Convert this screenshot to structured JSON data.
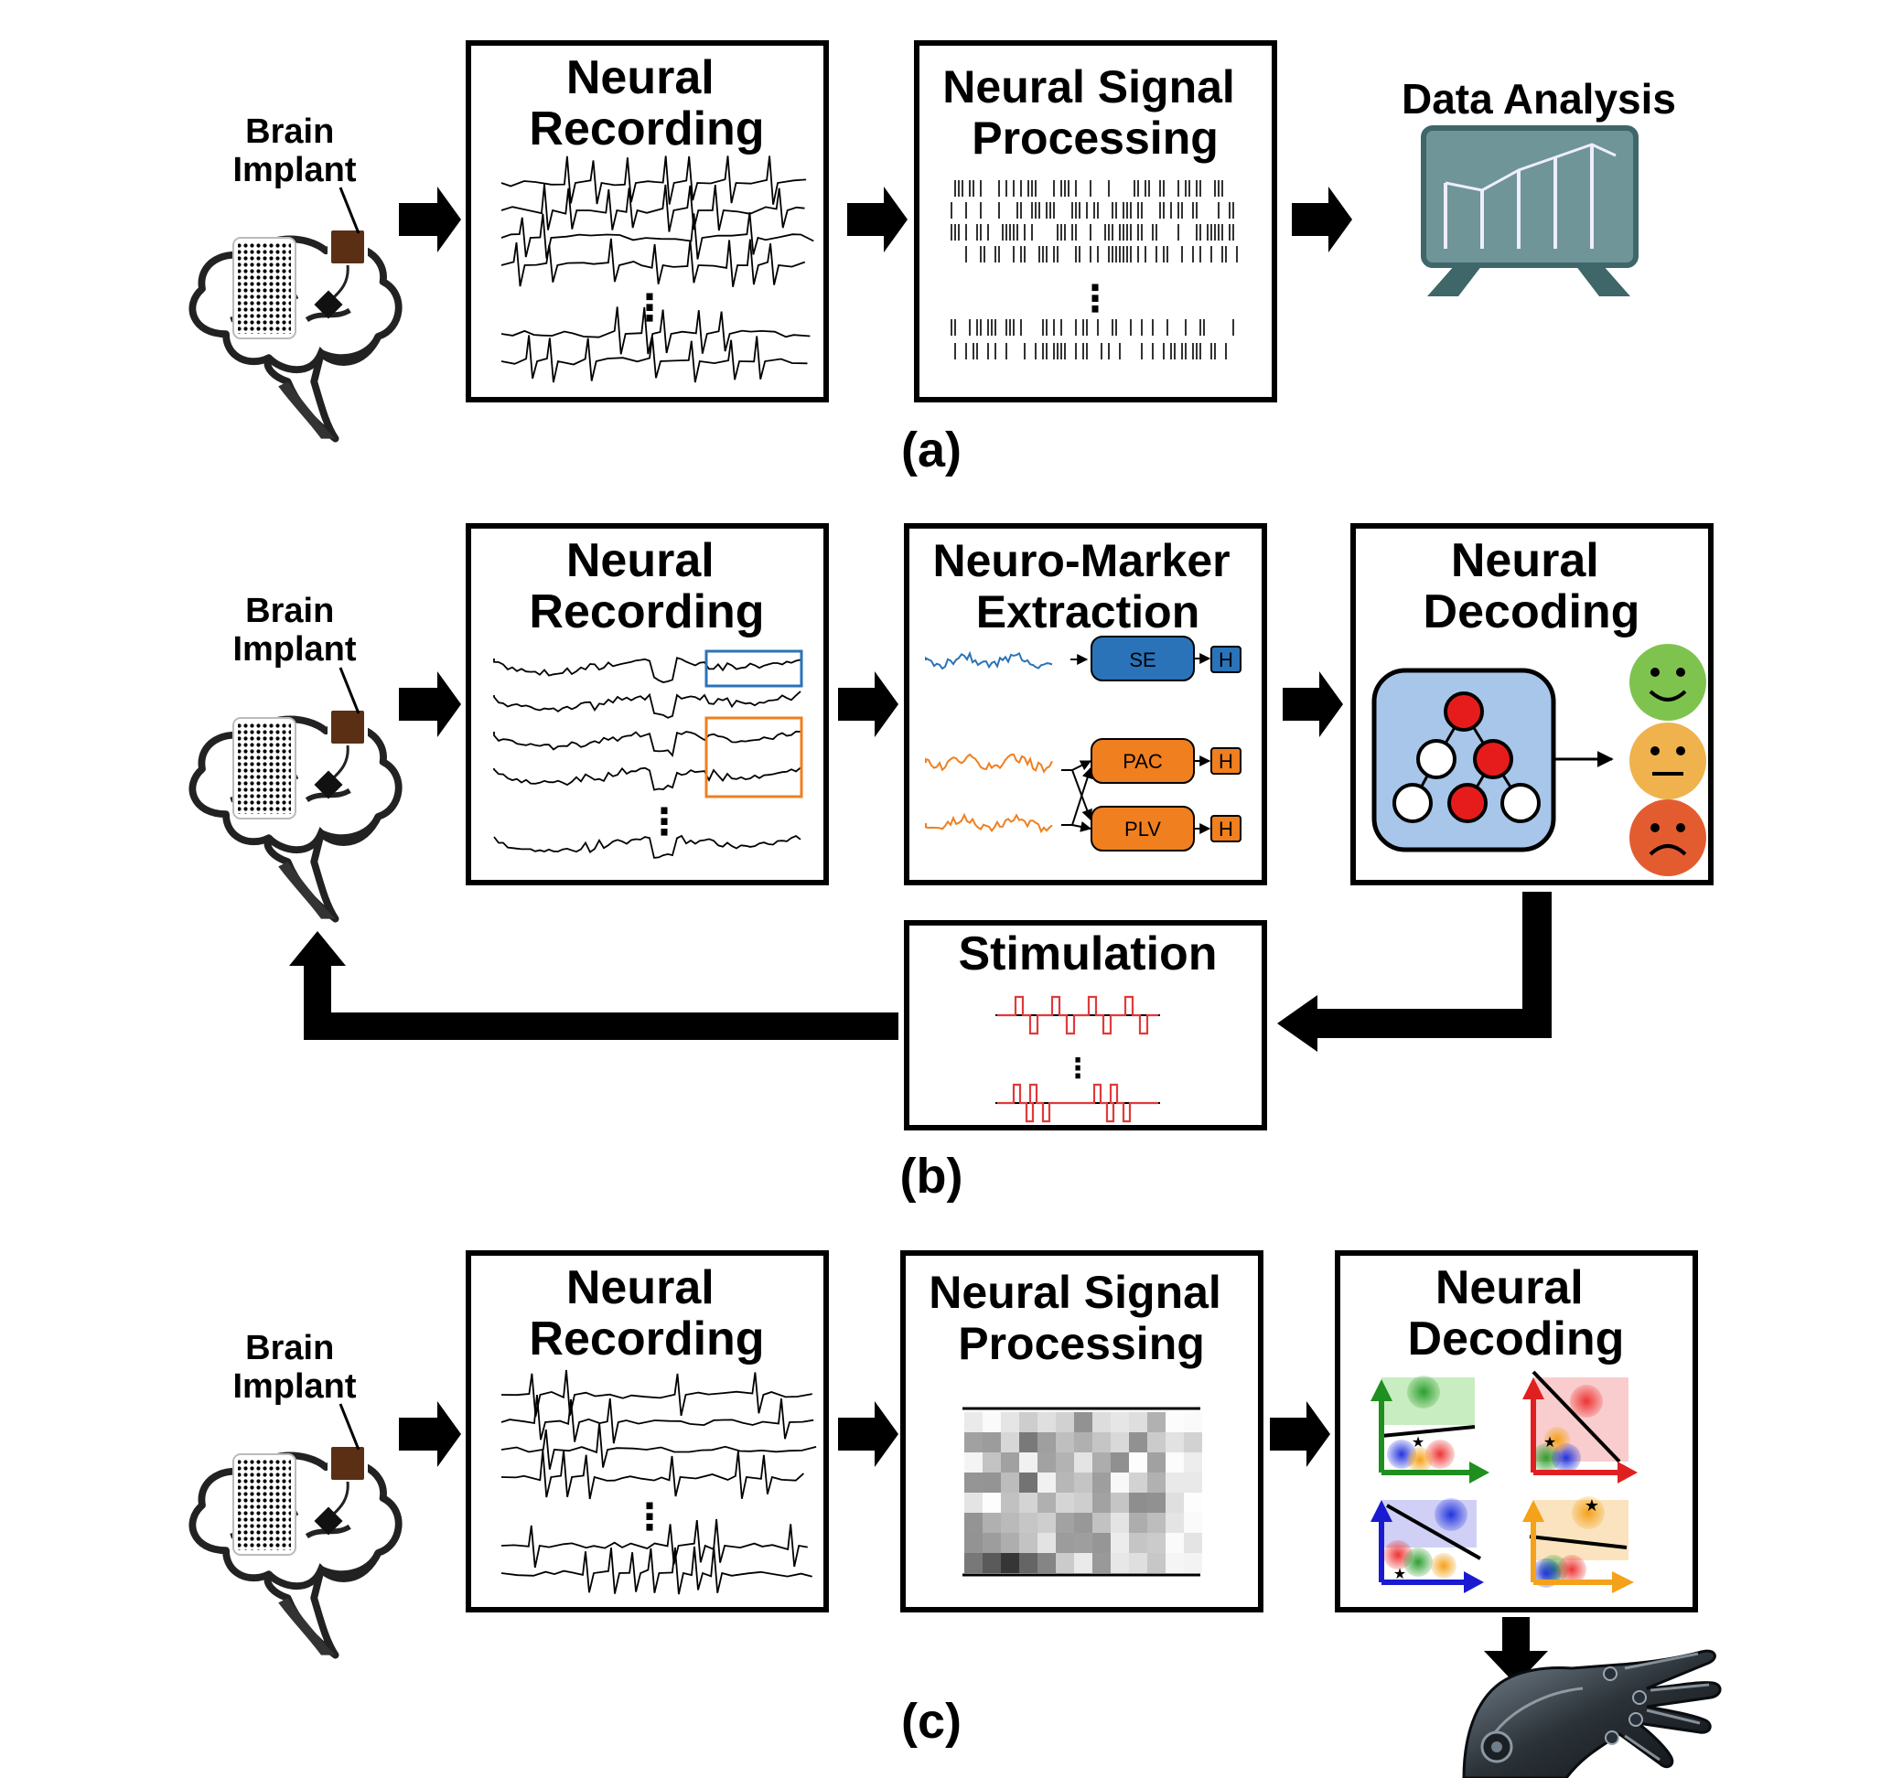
{
  "colors": {
    "black": "#000000",
    "blue": "#2a73b8",
    "orange": "#f07f1f",
    "red": "#e03a3a",
    "monitor": "#6f9598",
    "chip": "#5a2f14",
    "node_red": "#e61c1c",
    "panel_blue": "#a8c6ea"
  },
  "panels": {
    "a": {
      "caption": "(a)",
      "implant_label": [
        "Brain",
        "Implant"
      ],
      "steps": [
        {
          "title": [
            "Neural",
            "Recording"
          ],
          "icon": "eeg-waveforms"
        },
        {
          "title": [
            "Neural Signal",
            "Processing"
          ],
          "icon": "spike-raster"
        },
        {
          "title": [
            "Data Analysis"
          ],
          "icon": "monitor-chart"
        }
      ]
    },
    "b": {
      "caption": "(b)",
      "implant_label": [
        "Brain",
        "Implant"
      ],
      "steps": [
        {
          "title": [
            "Neural",
            "Recording"
          ],
          "icon": "eeg-with-highlighted-windows"
        },
        {
          "title": [
            "Neuro-Marker",
            "Extraction"
          ],
          "icon": "feature-extraction"
        },
        {
          "title": [
            "Neural",
            "Decoding"
          ],
          "icon": "classifier-network"
        }
      ],
      "markers": [
        {
          "label": "SE",
          "output": "H",
          "color": "blue"
        },
        {
          "label": "PAC",
          "output": "H",
          "color": "orange"
        },
        {
          "label": "PLV",
          "output": "H",
          "color": "orange"
        }
      ],
      "mood_outputs": [
        "happy-face-icon",
        "neutral-face-icon",
        "sad-face-icon"
      ],
      "feedback": {
        "title": [
          "Stimulation"
        ],
        "icon": "stimulation-pulses"
      }
    },
    "c": {
      "caption": "(c)",
      "implant_label": [
        "Brain",
        "Implant"
      ],
      "steps": [
        {
          "title": [
            "Neural",
            "Recording"
          ],
          "icon": "eeg-waveforms"
        },
        {
          "title": [
            "Neural Signal",
            "Processing"
          ],
          "icon": "feature-heatmap"
        },
        {
          "title": [
            "Neural",
            "Decoding"
          ],
          "icon": "classification-plots"
        }
      ],
      "output": "robotic-hand"
    }
  }
}
